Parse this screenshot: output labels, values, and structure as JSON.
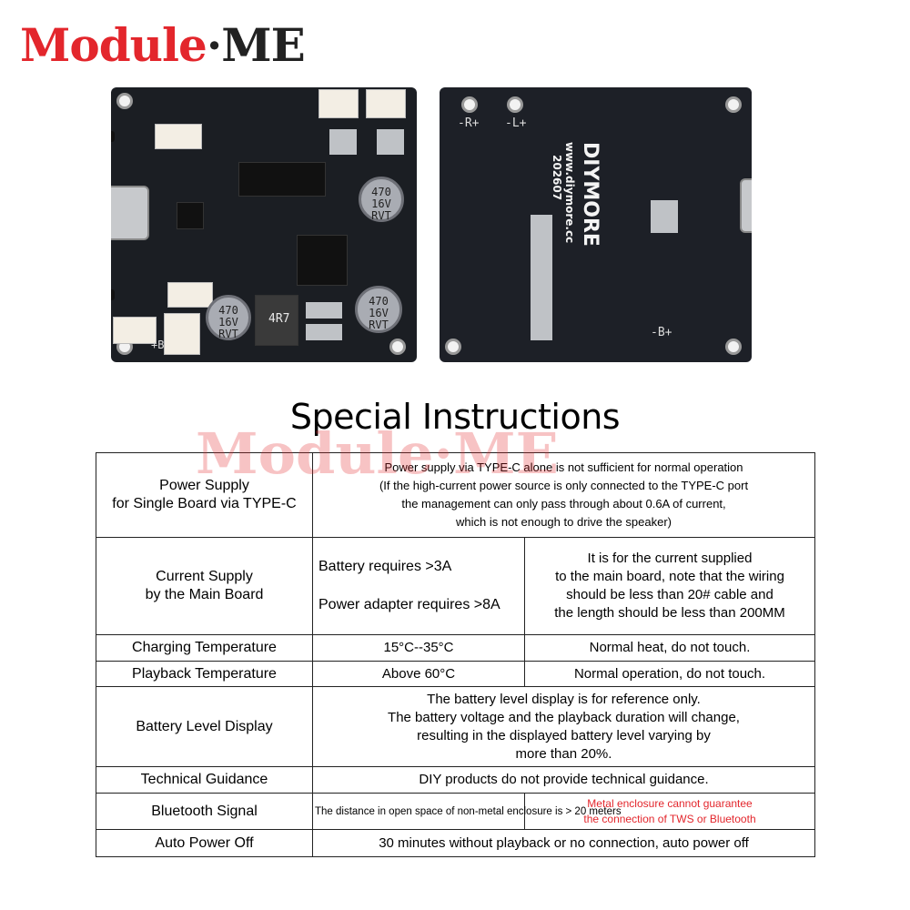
{
  "logo": {
    "part1": "Module",
    "dot": "·",
    "part2": "ME"
  },
  "watermark": "Module·ME",
  "board_front": {
    "cap_label_1": "470 16V RVT",
    "cap_label_2": "470 16V RVT",
    "cap_label_3": "470 16V RVT",
    "inductor": "4R7",
    "side_label": "+B"
  },
  "board_back": {
    "label_r": "-R+",
    "label_l": "-L+",
    "label_b": "-B+",
    "brand": "DIYMORE",
    "website": "www.diymore.cc",
    "code": "202607"
  },
  "title": "Special Instructions",
  "table": {
    "rows": [
      {
        "label": [
          "Power Supply",
          "for Single Board via TYPE-C"
        ],
        "content": [
          "Power supply via TYPE-C alone is not sufficient for normal operation",
          "(If the high-current power source is only connected to the TYPE-C port",
          "the management can only pass through about 0.6A of current,",
          "which is not enough to drive the speaker)"
        ]
      },
      {
        "label": [
          "Current Supply",
          "by the Main Board"
        ],
        "mid": [
          "Battery requires >3A",
          "Power adapter requires >8A"
        ],
        "right": [
          "It is for the current supplied",
          "to the main board, note that the wiring",
          "should be less than 20# cable and",
          "the length should be less than 200MM"
        ]
      },
      {
        "label": "Charging Temperature",
        "mid": "15°C--35°C",
        "right": "Normal heat, do not touch."
      },
      {
        "label": "Playback Temperature",
        "mid": "Above 60°C",
        "right": "Normal operation, do not touch."
      },
      {
        "label": "Battery Level Display",
        "content": [
          "The battery level display is for reference only.",
          "The battery voltage and the playback duration will change,",
          "resulting in the displayed battery level varying by",
          "more than 20%."
        ]
      },
      {
        "label": "Technical Guidance",
        "content": "DIY products do not provide technical guidance."
      },
      {
        "label": "Bluetooth Signal",
        "mid": "The distance in open space of non-metal enclosure is > 20 meters",
        "right": [
          "Metal enclosure cannot guarantee",
          "the connection of TWS or Bluetooth"
        ]
      },
      {
        "label": "Auto Power Off",
        "content": "30 minutes without playback or no connection, auto power off"
      }
    ]
  },
  "colors": {
    "brand_red": "#e3262c",
    "board": "#1b1e23",
    "text": "#000000"
  }
}
